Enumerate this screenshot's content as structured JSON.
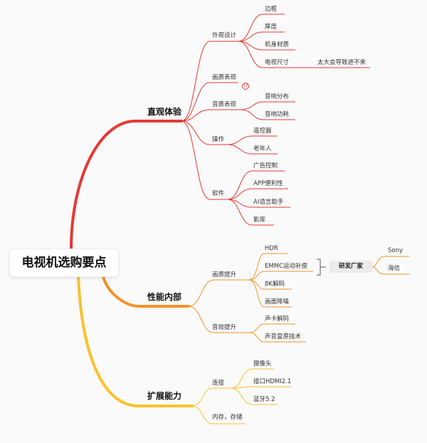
{
  "root": "电视机选购要点",
  "colors": {
    "red": "#e53935",
    "orange": "#f2922c",
    "yellow": "#fbc02d",
    "bracket": "#555555"
  },
  "branches": [
    {
      "label": "直观体验",
      "children": [
        {
          "label": "外观设计",
          "children": [
            "边框",
            "厚度",
            "机身材质",
            "电视尺寸"
          ],
          "note": "太大会导致进不来"
        },
        {
          "label": "画质表现",
          "badge": "13"
        },
        {
          "label": "音质表现",
          "children": [
            "音响分布",
            "音响功耗"
          ]
        },
        {
          "label": "操作",
          "children": [
            "遥控器",
            "老年人"
          ]
        },
        {
          "label": "软件",
          "children": [
            "广告控制",
            "APP便利性",
            "AI语言助手",
            "影库"
          ]
        }
      ]
    },
    {
      "label": "性能内部",
      "children": [
        {
          "label": "画质提升",
          "children": [
            "HDR",
            "EMMC运动补偿",
            "8K解码",
            "画面降噪"
          ]
        },
        {
          "label": "音效提升",
          "children": [
            "声卡解码",
            "声音复原技术"
          ]
        }
      ],
      "summary": {
        "label": "研发厂家",
        "children": [
          "Sony",
          "海信"
        ]
      }
    },
    {
      "label": "扩展能力",
      "children": [
        {
          "label": "连接",
          "children": [
            "摄像头",
            "接口HDMI2.1",
            "蓝牙5.2"
          ]
        },
        {
          "label": "内存，存储"
        }
      ]
    }
  ]
}
